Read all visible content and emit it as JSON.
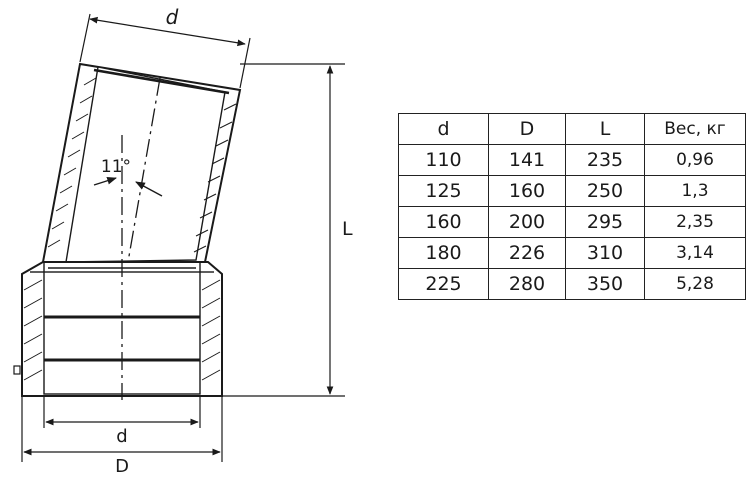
{
  "drawing": {
    "labels": {
      "top_d": "d",
      "angle": "11°",
      "length": "L",
      "bottom_d": "d",
      "bottom_D": "D"
    }
  },
  "table": {
    "headers": [
      "d",
      "D",
      "L",
      "Вес, кг"
    ],
    "rows": [
      [
        "110",
        "141",
        "235",
        "0,96"
      ],
      [
        "125",
        "160",
        "250",
        "1,3"
      ],
      [
        "160",
        "200",
        "295",
        "2,35"
      ],
      [
        "180",
        "226",
        "310",
        "3,14"
      ],
      [
        "225",
        "280",
        "350",
        "5,28"
      ]
    ]
  }
}
